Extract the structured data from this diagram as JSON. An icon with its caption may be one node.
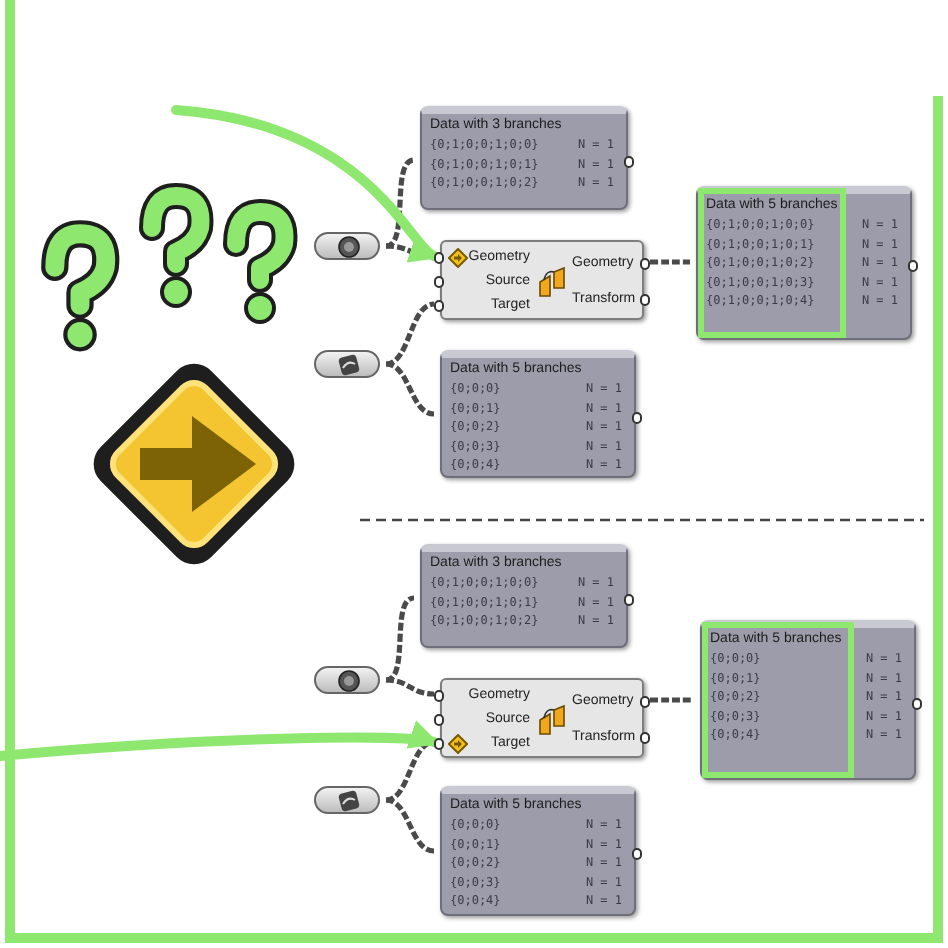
{
  "diagram": {
    "nodes": [
      {
        "text": [
          "Data with 3 branches",
          "{0;1;0;0;1;0;0}",
          "N = 1",
          "{0;1;0;0;1;0;1}",
          "N = 1",
          "{0;1;0;0;1;0;2}",
          "N = 1"
        ]
      },
      {
        "text": [],
        "shape": "capsule"
      },
      {
        "text": [
          "Geometry",
          "Source",
          "Target",
          "Geometry",
          "Transform"
        ]
      },
      {
        "text": [],
        "shape": "capsule"
      },
      {
        "text": [
          "Data with 5 branches",
          "{0;0;0}",
          "N = 1",
          "{0;0;1}",
          "N = 1",
          "{0;0;2}",
          "N = 1",
          "{0;0;3}",
          "N = 1",
          "{0;0;4}",
          "N = 1"
        ]
      },
      {
        "text": [
          "Data with 5 branches",
          "{0;1;0;0;1;0;0}",
          "N = 1",
          "{0;1;0;0;1;0;1}",
          "N = 1",
          "{0;1;0;0;1;0;2}",
          "N = 1",
          "{0;1;0;0;1;0;3}",
          "N = 1",
          "{0;1;0;0;1;0;4}",
          "N = 1"
        ]
      },
      {
        "text": [
          "Data with 3 branches",
          "{0;1;0;0;1;0;0}",
          "N = 1",
          "{0;1;0;0;1;0;1}",
          "N = 1",
          "{0;1;0;0;1;0;2}",
          "N = 1"
        ]
      },
      {
        "text": [],
        "shape": "capsule"
      },
      {
        "text": [
          "Geometry",
          "Source",
          "Target",
          "Geometry",
          "Transform"
        ]
      },
      {
        "text": [],
        "shape": "capsule"
      },
      {
        "text": [
          "Data with 5 branches",
          "{0;0;0}",
          "N = 1",
          "{0;0;1}",
          "N = 1",
          "{0;0;2}",
          "N = 1",
          "{0;0;3}",
          "N = 1",
          "{0;0;4}",
          "N = 1"
        ]
      },
      {
        "text": [
          "Data with 5 branches",
          "{0;0;0}",
          "N = 1",
          "{0;0;1}",
          "N = 1",
          "{0;0;2}",
          "N = 1",
          "{0;0;3}",
          "N = 1",
          "{0;0;4}",
          "N = 1"
        ]
      }
    ],
    "edges": [
      {
        "from": 1,
        "to": 0,
        "arrow": "none",
        "style": "dashed"
      },
      {
        "from": 1,
        "to": 2,
        "arrow": "none",
        "style": "dashed"
      },
      {
        "from": 3,
        "to": 2,
        "arrow": "none",
        "style": "dashed"
      },
      {
        "from": 3,
        "to": 4,
        "arrow": "none",
        "style": "dashed"
      },
      {
        "from": 2,
        "to": 5,
        "arrow": "none",
        "style": "dashed"
      },
      {
        "from": null,
        "to": 2,
        "arrow": "to",
        "style": "thick",
        "color": "#8ee86f"
      },
      {
        "from": 7,
        "to": 6,
        "arrow": "none",
        "style": "dashed"
      },
      {
        "from": 7,
        "to": 8,
        "arrow": "none",
        "style": "dashed"
      },
      {
        "from": 9,
        "to": 8,
        "arrow": "none",
        "style": "dashed"
      },
      {
        "from": 9,
        "to": 10,
        "arrow": "none",
        "style": "dashed"
      },
      {
        "from": 8,
        "to": 11,
        "arrow": "none",
        "style": "dashed"
      },
      {
        "from": null,
        "to": 8,
        "arrow": "to",
        "style": "thick",
        "color": "#8ee86f"
      }
    ]
  }
}
